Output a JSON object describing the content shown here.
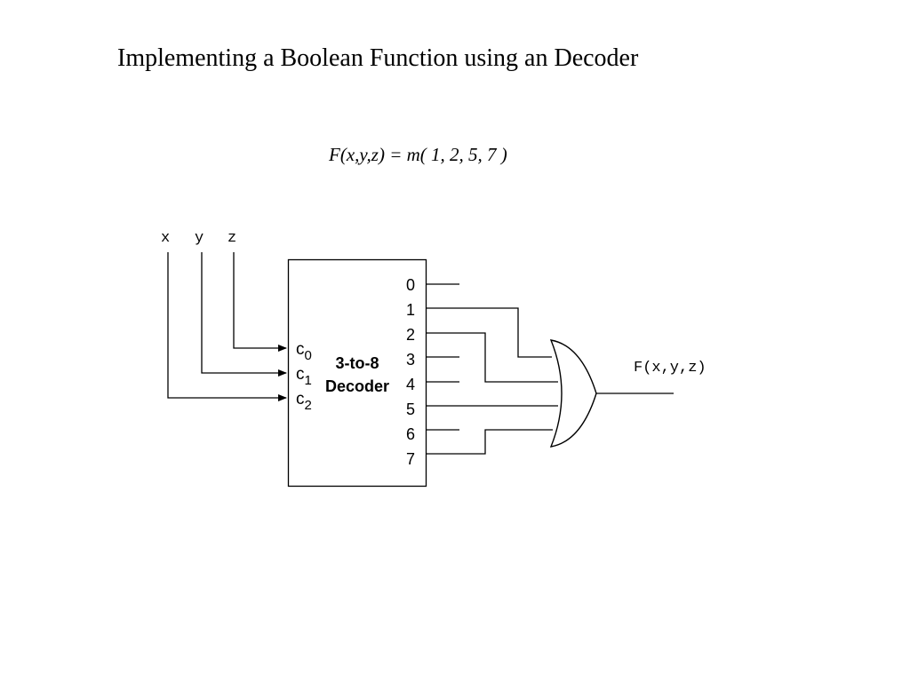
{
  "title": "Implementing a Boolean Function using an Decoder",
  "formula": "F(x,y,z) = m( 1, 2, 5, 7 )",
  "inputs": [
    "x",
    "y",
    "z"
  ],
  "decoder": {
    "label_line1": "3-to-8",
    "label_line2": "Decoder",
    "select_inputs": [
      {
        "base": "c",
        "sub": "0"
      },
      {
        "base": "c",
        "sub": "1"
      },
      {
        "base": "c",
        "sub": "2"
      }
    ],
    "outputs": [
      "0",
      "1",
      "2",
      "3",
      "4",
      "5",
      "6",
      "7"
    ]
  },
  "output_label": "F(x,y,z)"
}
